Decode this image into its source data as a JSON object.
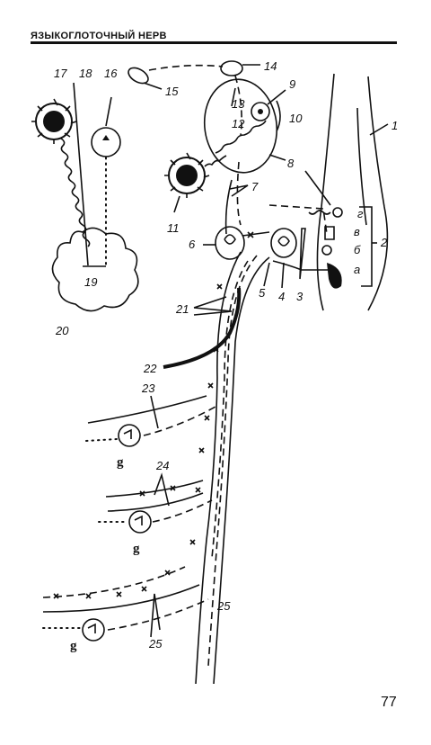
{
  "header": {
    "title": "ЯЗЫКОГЛОТОЧНЫЙ НЕРВ"
  },
  "page_number": "77",
  "labels": {
    "n1": "1",
    "n2": "2",
    "n3": "3",
    "n4": "4",
    "n5": "5",
    "n6": "6",
    "n7": "7",
    "n8": "8",
    "n9": "9",
    "n10": "10",
    "n11": "11",
    "n12": "12",
    "n13": "13",
    "n14": "14",
    "n15": "15",
    "n16": "16",
    "n17": "17",
    "n18": "18",
    "n19": "19",
    "n20": "20",
    "n21": "21",
    "n22": "22",
    "n23": "23",
    "n24": "24",
    "n25a": "25",
    "n25b": "25",
    "a": "а",
    "b": "б",
    "v": "в",
    "g_cyr": "г",
    "g1": "g",
    "g2": "g",
    "g3": "g"
  }
}
